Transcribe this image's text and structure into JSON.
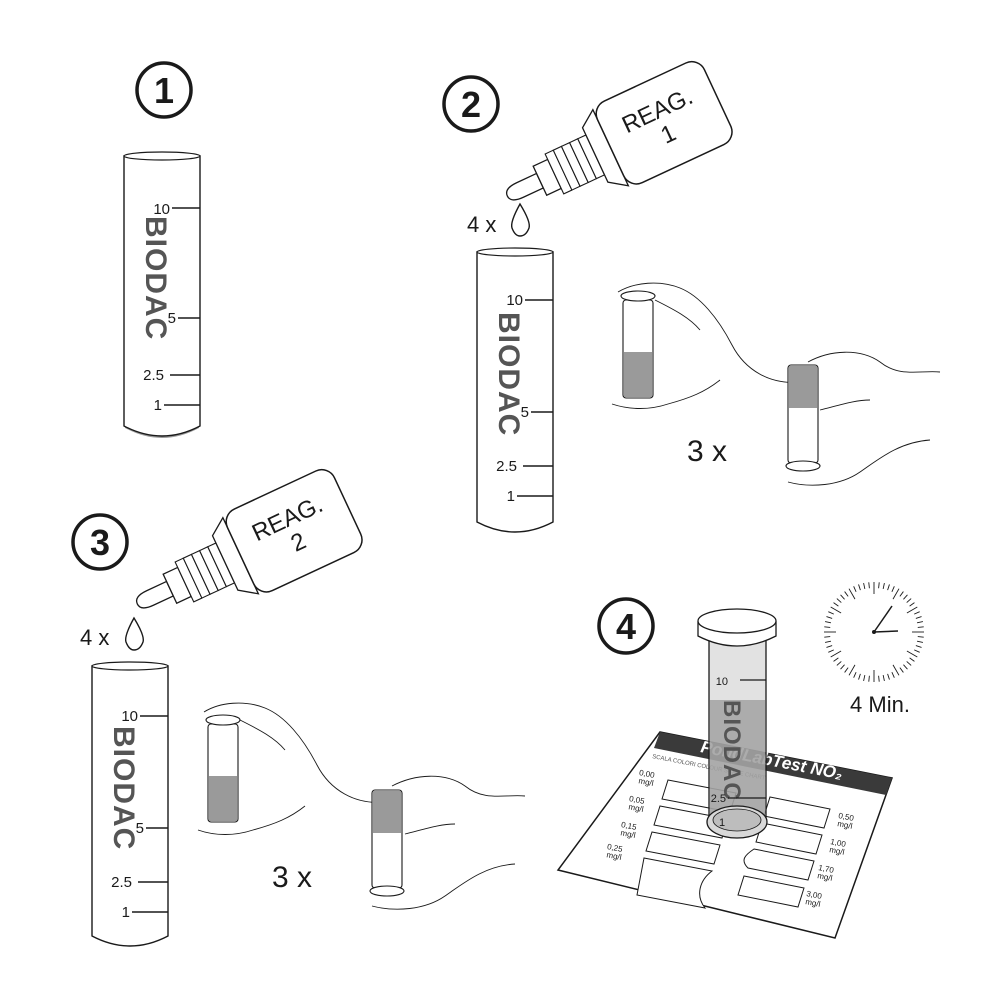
{
  "steps": [
    {
      "number": "1"
    },
    {
      "number": "2",
      "bottle_label_top": "REAG.",
      "bottle_label_num": "1",
      "drops_text": "4 x",
      "shake_text": "3 x"
    },
    {
      "number": "3",
      "bottle_label_top": "REAG.",
      "bottle_label_num": "2",
      "drops_text": "4 x",
      "shake_text": "3 x"
    },
    {
      "number": "4",
      "timer_text": "4 Min."
    }
  ],
  "vial": {
    "brand": "BIODAC",
    "marks": [
      "10",
      "5",
      "2.5",
      "1"
    ]
  },
  "colour_card": {
    "title": "PondLabTest NO₂",
    "subtitle": "SCALA COLORI COLOUR SCALE CHART",
    "left_values": [
      {
        "value": "0,00",
        "unit": "mg/l"
      },
      {
        "value": "0,05",
        "unit": "mg/l"
      },
      {
        "value": "0,15",
        "unit": "mg/l"
      },
      {
        "value": "0,25",
        "unit": "mg/l"
      }
    ],
    "right_values": [
      {
        "value": "0,50",
        "unit": "mg/l"
      },
      {
        "value": "1,00",
        "unit": "mg/l"
      },
      {
        "value": "1,70",
        "unit": "mg/l"
      },
      {
        "value": "3,00",
        "unit": "mg/l"
      }
    ]
  },
  "colors": {
    "ink": "#1a1a1a",
    "liquid": "#9a9a9a",
    "card_header": "#3a3a3a"
  }
}
